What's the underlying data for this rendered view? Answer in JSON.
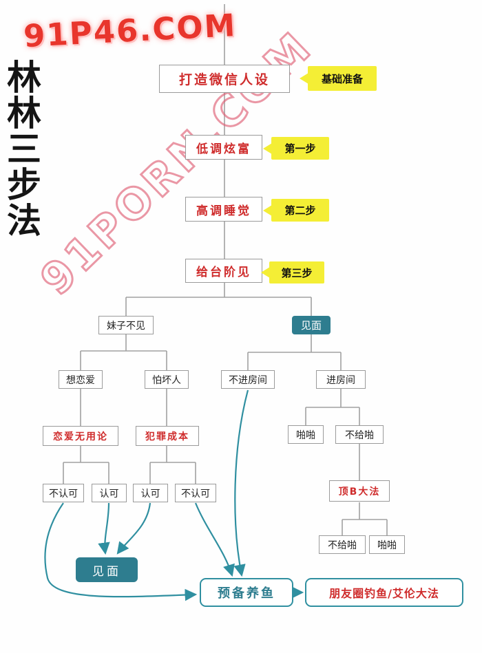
{
  "watermarks": {
    "top": "91P46.COM",
    "diagonal": "91PORN.COM"
  },
  "side_title": "林林三步法",
  "colors": {
    "accent_teal": "#2e7d8f",
    "step_red": "#cf2c2c",
    "callout_yellow": "#f4ee35",
    "connector_gray": "#a0a0a0"
  },
  "flow": {
    "steps": [
      {
        "label": "打造微信人设",
        "callout": "基础准备"
      },
      {
        "label": "低调炫富",
        "callout": "第一步"
      },
      {
        "label": "高调睡觉",
        "callout": "第二步"
      },
      {
        "label": "给台阶见",
        "callout": "第三步"
      }
    ],
    "nodes": {
      "no_meet": "妹子不见",
      "meet": "见面",
      "want_love": "想恋爱",
      "fear_bad": "怕坏人",
      "no_enter_room": "不进房间",
      "enter_room": "进房间",
      "love_useless": "恋爱无用论",
      "crime_cost": "犯罪成本",
      "papa_left": "啪啪",
      "no_papa_left": "不给啪",
      "disagree_1": "不认可",
      "agree_1": "认可",
      "agree_2": "认可",
      "disagree_2": "不认可",
      "top_b_method": "顶B大法",
      "no_papa_2": "不给啪",
      "papa_2": "啪啪",
      "meet_final": "见面",
      "prepare_fish": "预备养鱼",
      "moments_fishing": "朋友圈钓鱼/艾伦大法"
    }
  }
}
